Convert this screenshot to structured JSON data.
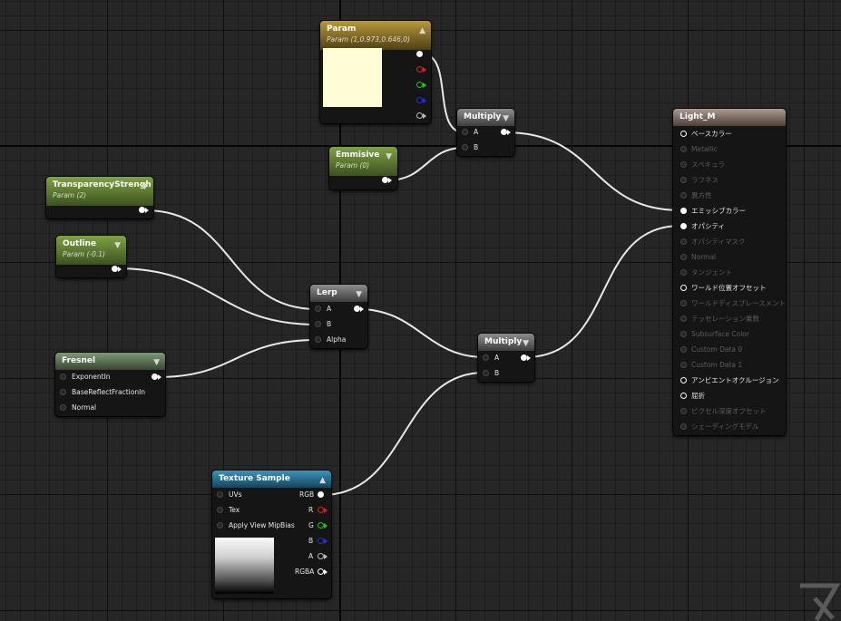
{
  "nodes": {
    "param": {
      "title": "Param",
      "subtitle": "Param (1,0.973,0.646,0)",
      "swatch_color": "#fffdd5"
    },
    "emmisive": {
      "title": "Emmisive",
      "subtitle": "Param (0)"
    },
    "multiply_top": {
      "title": "Multiply",
      "pin_a": "A",
      "pin_b": "B"
    },
    "transparency": {
      "title": "TransparencyStrengh",
      "subtitle": "Param (2)"
    },
    "outline": {
      "title": "Outline",
      "subtitle": "Param (-0.1)"
    },
    "lerp": {
      "title": "Lerp",
      "pin_a": "A",
      "pin_b": "B",
      "pin_alpha": "Alpha"
    },
    "fresnel": {
      "title": "Fresnel",
      "inputs": [
        "ExponentIn",
        "BaseReflectFractionIn",
        "Normal"
      ]
    },
    "multiply_bottom": {
      "title": "Multiply",
      "pin_a": "A",
      "pin_b": "B"
    },
    "texture": {
      "title": "Texture Sample",
      "inputs": [
        "UVs",
        "Tex",
        "Apply View MipBias"
      ],
      "outputs": [
        "RGB",
        "R",
        "G",
        "B",
        "A",
        "RGBA"
      ]
    },
    "material": {
      "title": "Light_M",
      "inputs": [
        {
          "label": "ベースカラー",
          "active": true,
          "connected": false
        },
        {
          "label": "Metallic",
          "active": false
        },
        {
          "label": "スペキュラ",
          "active": false
        },
        {
          "label": "ラフネス",
          "active": false
        },
        {
          "label": "異方性",
          "active": false
        },
        {
          "label": "エミッシブカラー",
          "active": true,
          "connected": true
        },
        {
          "label": "オパシティ",
          "active": true,
          "connected": true
        },
        {
          "label": "オパシティマスク",
          "active": false
        },
        {
          "label": "Normal",
          "active": false
        },
        {
          "label": "タンジェント",
          "active": false
        },
        {
          "label": "ワールド位置オフセット",
          "active": true,
          "connected": false
        },
        {
          "label": "ワールドディスプレースメント",
          "active": false
        },
        {
          "label": "テッセレーション乗数",
          "active": false
        },
        {
          "label": "Subsurface Color",
          "active": false
        },
        {
          "label": "Custom Data 0",
          "active": false
        },
        {
          "label": "Custom Data 1",
          "active": false
        },
        {
          "label": "アンビエントオクルージョン",
          "active": true,
          "connected": false
        },
        {
          "label": "屈折",
          "active": true,
          "connected": false
        },
        {
          "label": "ピクセル深度オフセット",
          "active": false
        },
        {
          "label": "シェーディングモデル",
          "active": false
        }
      ]
    }
  },
  "colors": {
    "wire": "#e8e8e8",
    "param_header": "#b89a3a",
    "scalar_header": "#7ea342",
    "texture_header": "#3b95bb",
    "material_header": "#ad9b90"
  }
}
